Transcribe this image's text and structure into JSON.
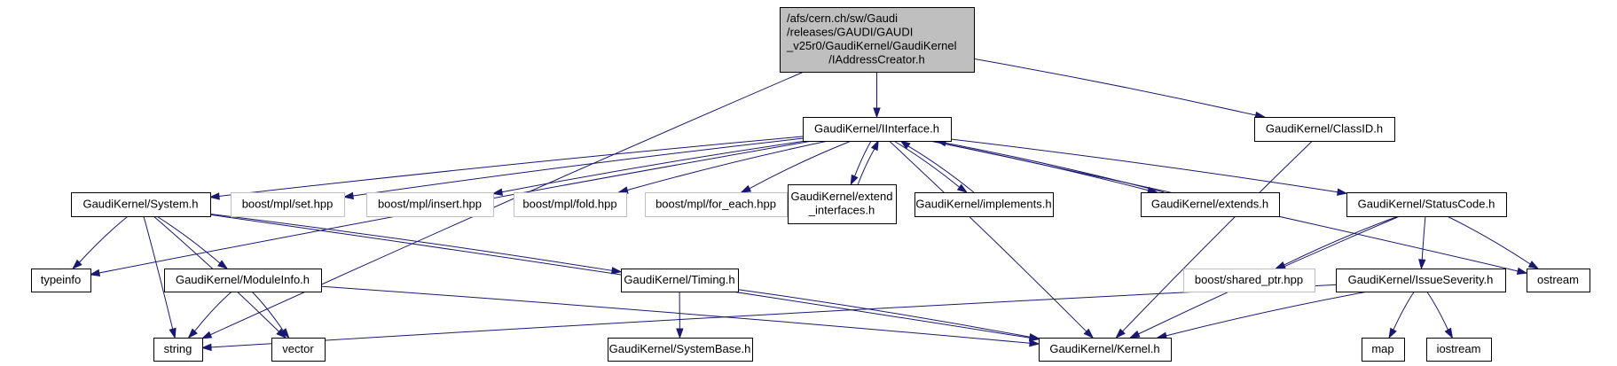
{
  "diagram": {
    "type": "include-dependency-graph",
    "edge_color": "#191970",
    "root_fill": "#bfbfbf",
    "nodes": [
      {
        "id": "root",
        "lines": [
          "/afs/cern.ch/sw/Gaudi",
          "/releases/GAUDI/GAUDI",
          "_v25r0/GaudiKernel/GaudiKernel",
          "/IAddressCreator.h"
        ],
        "kind": "root"
      },
      {
        "id": "iinterface",
        "lines": [
          "GaudiKernel/IInterface.h"
        ],
        "kind": "file"
      },
      {
        "id": "classid",
        "lines": [
          "GaudiKernel/ClassID.h"
        ],
        "kind": "file"
      },
      {
        "id": "system",
        "lines": [
          "GaudiKernel/System.h"
        ],
        "kind": "file"
      },
      {
        "id": "mplset",
        "lines": [
          "boost/mpl/set.hpp"
        ],
        "kind": "external"
      },
      {
        "id": "mplinsert",
        "lines": [
          "boost/mpl/insert.hpp"
        ],
        "kind": "external"
      },
      {
        "id": "mplfold",
        "lines": [
          "boost/mpl/fold.hpp"
        ],
        "kind": "external"
      },
      {
        "id": "mplforeach",
        "lines": [
          "boost/mpl/for_each.hpp"
        ],
        "kind": "external"
      },
      {
        "id": "extendif",
        "lines": [
          "GaudiKernel/extend",
          "_interfaces.h"
        ],
        "kind": "file"
      },
      {
        "id": "implements",
        "lines": [
          "GaudiKernel/implements.h"
        ],
        "kind": "file"
      },
      {
        "id": "extends",
        "lines": [
          "GaudiKernel/extends.h"
        ],
        "kind": "file"
      },
      {
        "id": "statuscode",
        "lines": [
          "GaudiKernel/StatusCode.h"
        ],
        "kind": "file"
      },
      {
        "id": "typeinfo",
        "lines": [
          "typeinfo"
        ],
        "kind": "file"
      },
      {
        "id": "moduleinfo",
        "lines": [
          "GaudiKernel/ModuleInfo.h"
        ],
        "kind": "file"
      },
      {
        "id": "timing",
        "lines": [
          "GaudiKernel/Timing.h"
        ],
        "kind": "file"
      },
      {
        "id": "sharedptr",
        "lines": [
          "boost/shared_ptr.hpp"
        ],
        "kind": "external"
      },
      {
        "id": "issueseverity",
        "lines": [
          "GaudiKernel/IssueSeverity.h"
        ],
        "kind": "file"
      },
      {
        "id": "ostream",
        "lines": [
          "ostream"
        ],
        "kind": "file"
      },
      {
        "id": "string",
        "lines": [
          "string"
        ],
        "kind": "file"
      },
      {
        "id": "vector",
        "lines": [
          "vector"
        ],
        "kind": "file"
      },
      {
        "id": "systembase",
        "lines": [
          "GaudiKernel/SystemBase.h"
        ],
        "kind": "file"
      },
      {
        "id": "kernel",
        "lines": [
          "GaudiKernel/Kernel.h"
        ],
        "kind": "file"
      },
      {
        "id": "map",
        "lines": [
          "map"
        ],
        "kind": "file"
      },
      {
        "id": "iostream",
        "lines": [
          "iostream"
        ],
        "kind": "file"
      }
    ],
    "edges": [
      [
        "root",
        "iinterface"
      ],
      [
        "root",
        "classid"
      ],
      [
        "root",
        "string"
      ],
      [
        "iinterface",
        "system"
      ],
      [
        "iinterface",
        "mplset"
      ],
      [
        "iinterface",
        "mplinsert"
      ],
      [
        "iinterface",
        "mplfold"
      ],
      [
        "iinterface",
        "mplforeach"
      ],
      [
        "iinterface",
        "extendif"
      ],
      [
        "iinterface",
        "implements"
      ],
      [
        "iinterface",
        "extends"
      ],
      [
        "iinterface",
        "statuscode"
      ],
      [
        "iinterface",
        "typeinfo"
      ],
      [
        "iinterface",
        "ostream"
      ],
      [
        "iinterface",
        "kernel"
      ],
      [
        "extendif",
        "iinterface"
      ],
      [
        "implements",
        "iinterface"
      ],
      [
        "extends",
        "iinterface"
      ],
      [
        "classid",
        "kernel"
      ],
      [
        "system",
        "typeinfo"
      ],
      [
        "system",
        "string"
      ],
      [
        "system",
        "moduleinfo"
      ],
      [
        "system",
        "vector"
      ],
      [
        "system",
        "timing"
      ],
      [
        "system",
        "kernel"
      ],
      [
        "moduleinfo",
        "string"
      ],
      [
        "moduleinfo",
        "vector"
      ],
      [
        "moduleinfo",
        "kernel"
      ],
      [
        "timing",
        "systembase"
      ],
      [
        "timing",
        "kernel"
      ],
      [
        "statuscode",
        "sharedptr"
      ],
      [
        "statuscode",
        "issueseverity"
      ],
      [
        "statuscode",
        "ostream"
      ],
      [
        "statuscode",
        "kernel"
      ],
      [
        "issueseverity",
        "string"
      ],
      [
        "issueseverity",
        "kernel"
      ],
      [
        "issueseverity",
        "map"
      ],
      [
        "issueseverity",
        "iostream"
      ]
    ]
  }
}
